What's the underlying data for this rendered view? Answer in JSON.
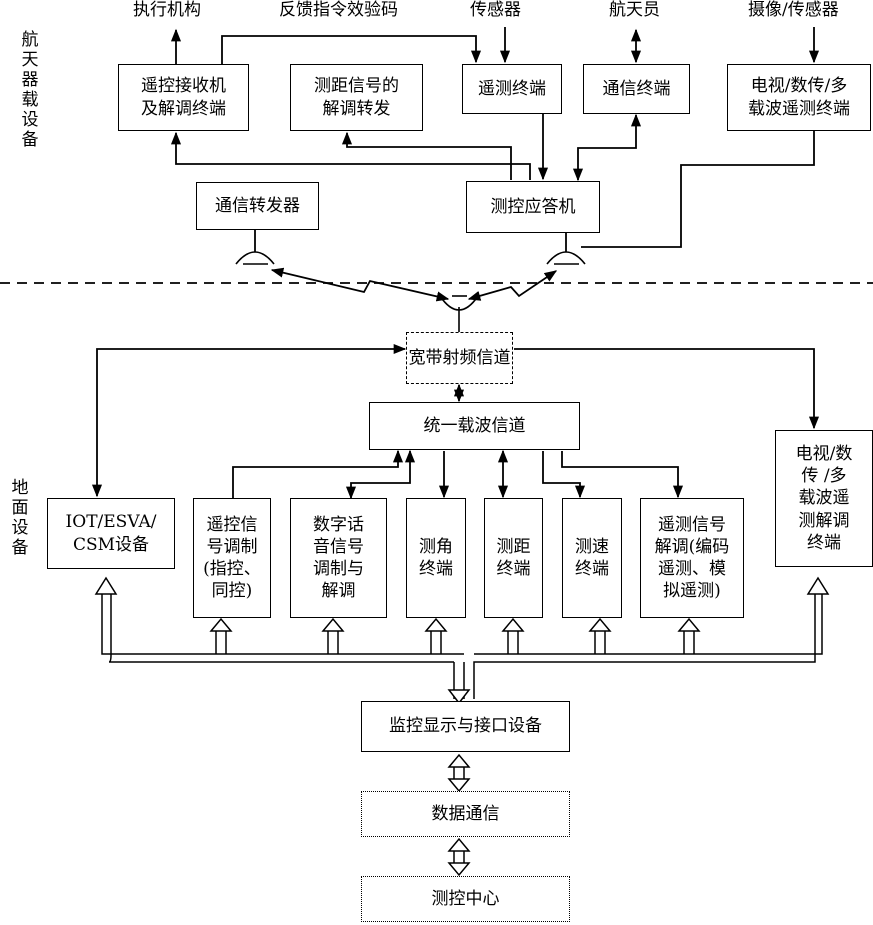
{
  "sections": {
    "onboard": "航天器载设备",
    "ground": "地面设备"
  },
  "top_labels": {
    "actuator": "执行机构",
    "feedback": "反馈指令效验码",
    "sensor": "传感器",
    "astronaut": "航天员",
    "camera_sensor": "摄像/传感器"
  },
  "onboard_boxes": {
    "rc_receiver": "遥控接收机\n及解调终端",
    "ranging_relay": "测距信号的\n解调转发",
    "telemetry_terminal": "遥测终端",
    "comm_terminal": "通信终端",
    "tv_terminal": "电视/数传/多\n载波遥测终端",
    "comm_transponder": "通信转发器",
    "ttc_transponder": "测控应答机"
  },
  "ground_boxes": {
    "wideband_rf": "宽带射频信道",
    "unified_carrier": "统一载波信道",
    "iot_csm": "IOT/ESVA/\nCSM设备",
    "rc_modulation": "遥控信\n号调制\n(指控、\n同控)",
    "voice_modem": "数字话\n音信号\n调制与\n解调",
    "angle_terminal": "测角\n终端",
    "range_terminal": "测距\n终端",
    "velocity_terminal": "测速\n终端",
    "telemetry_demod": "遥测信号\n解调(编码\n遥测、模\n拟遥测)",
    "tv_demod": "电视/数\n传 /多\n载波遥\n测解调\n终端",
    "monitor_interface": "监控显示与接口设备",
    "data_comm": "数据通信",
    "ttc_center": "测控中心"
  }
}
